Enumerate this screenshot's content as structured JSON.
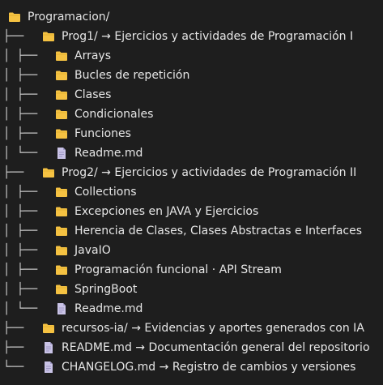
{
  "tree": {
    "rows": [
      {
        "prefix": "",
        "icon": "folder-icon",
        "label": "Programacion/"
      },
      {
        "prefix": "├──",
        "icon": "folder-icon",
        "label": "Prog1/ → Ejercicios y actividades de Programación I"
      },
      {
        "prefix": "│  ├──",
        "icon": "folder-icon",
        "label": "Arrays"
      },
      {
        "prefix": "│  ├──",
        "icon": "folder-icon",
        "label": "Bucles de repetición"
      },
      {
        "prefix": "│  ├──",
        "icon": "folder-icon",
        "label": "Clases"
      },
      {
        "prefix": "│  ├──",
        "icon": "folder-icon",
        "label": "Condicionales"
      },
      {
        "prefix": "│  ├──",
        "icon": "folder-icon",
        "label": "Funciones"
      },
      {
        "prefix": "│  └──",
        "icon": "file-icon",
        "label": "Readme.md"
      },
      {
        "prefix": "├──",
        "icon": "folder-icon",
        "label": "Prog2/ → Ejercicios y actividades de Programación II"
      },
      {
        "prefix": "│  ├──",
        "icon": "folder-icon",
        "label": "Collections"
      },
      {
        "prefix": "│  ├──",
        "icon": "folder-icon",
        "label": "Excepciones en JAVA y Ejercicios"
      },
      {
        "prefix": "│  ├──",
        "icon": "folder-icon",
        "label": "Herencia de Clases, Clases Abstractas e Interfaces"
      },
      {
        "prefix": "│  ├──",
        "icon": "folder-icon",
        "label": "JavaIO"
      },
      {
        "prefix": "│  ├──",
        "icon": "folder-icon",
        "label": "Programación funcional · API Stream"
      },
      {
        "prefix": "│  ├──",
        "icon": "folder-icon",
        "label": "SpringBoot"
      },
      {
        "prefix": "│  └──",
        "icon": "file-icon",
        "label": "Readme.md"
      },
      {
        "prefix": "├──",
        "icon": "folder-icon",
        "label": "recursos-ia/ → Evidencias y aportes generados con IA"
      },
      {
        "prefix": "├──",
        "icon": "file-icon",
        "label": "README.md → Documentación general del repositorio"
      },
      {
        "prefix": "└──",
        "icon": "file-icon",
        "label": "CHANGELOG.md → Registro de cambios y versiones"
      }
    ]
  },
  "colors": {
    "background": "#1e1e1e",
    "folder": "#f5c242",
    "file": "#c9c3e6",
    "text": "#e6e6e6"
  }
}
